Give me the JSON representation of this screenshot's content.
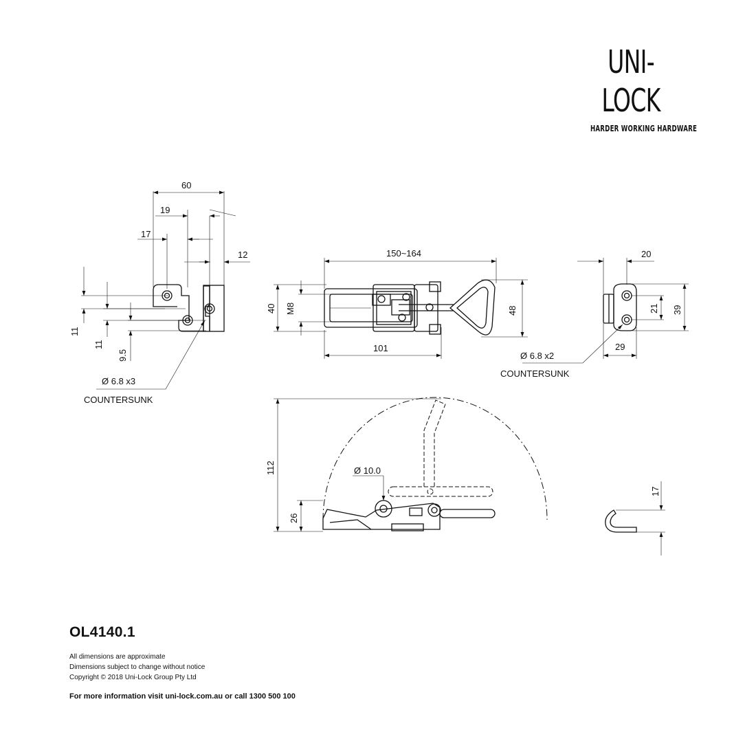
{
  "brand": {
    "name": "UNI-LOCK",
    "tagline": "HARDER WORKING HARDWARE"
  },
  "part_number": "OL4140.1",
  "notes": [
    "All dimensions are approximate",
    "Dimensions subject to change without notice",
    "Copyright © 2018 Uni-Lock Group Pty Ltd"
  ],
  "more_info": "For more information visit uni-lock.com.au or call 1300 500 100",
  "left_view": {
    "dim_width": "60",
    "dim_19": "19",
    "dim_17": "17",
    "dim_12": "12",
    "dim_11a": "11",
    "dim_11b": "11",
    "dim_9_5": "9.5",
    "hole_note": "Ø 6.8 x3",
    "countersunk": "COUNTERSUNK"
  },
  "top_view": {
    "dim_length": "150~164",
    "dim_40": "40",
    "dim_m8": "M8",
    "dim_48": "48",
    "dim_101": "101"
  },
  "right_view": {
    "dim_20": "20",
    "dim_21": "21",
    "dim_39": "39",
    "dim_29": "29",
    "hole_note": "Ø 6.8 x2",
    "countersunk": "COUNTERSUNK"
  },
  "side_view": {
    "dim_112": "112",
    "dim_26": "26",
    "dim_pin": "Ø 10.0"
  },
  "hook_view": {
    "dim_17": "17"
  }
}
